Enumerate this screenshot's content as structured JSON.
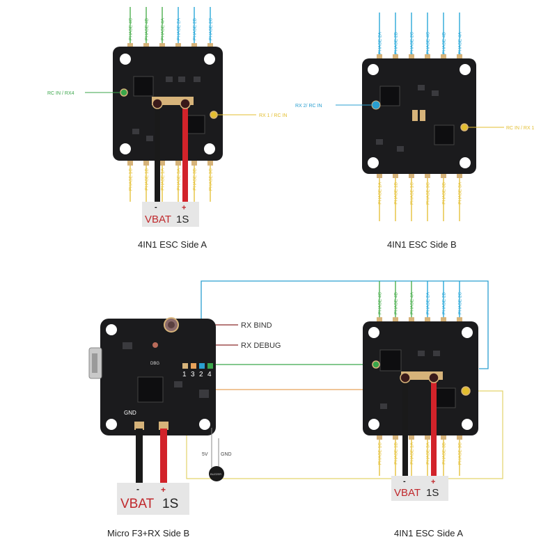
{
  "colors": {
    "board": "#1b1b1d",
    "board_edge": "#2c2c30",
    "chip": "#111113",
    "pad_gold": "#d6b37a",
    "hole": "#ffffff",
    "wire_black": "#1a1a1a",
    "wire_red": "#d2232a",
    "phase_green": "#4caf50",
    "phase_cyan": "#29a8d9",
    "phase_yellow": "#e5c23c",
    "rc_green": "#3aa64a",
    "rx_cyan": "#2a9fd0",
    "rx_yellow": "#e3be2f",
    "bind_line": "#8b2a2a",
    "label_box": "#e6e6e6",
    "vbat_red": "#c0282c"
  },
  "esc_a_top": {
    "phase_top": [
      "PHASE 4C",
      "PHASE 4B",
      "PHASE 4A",
      "PHASE 2A",
      "PHASE 2B",
      "PHASE 2C"
    ],
    "phase_bottom": [
      "PHASE 1C",
      "PHASE 1B",
      "PHASE 1A",
      "PHASE 3A",
      "PHASE 3B",
      "PHASE 3C"
    ],
    "rc_in_label": "RC IN / RX4",
    "rx_label": "RX 1 / RC IN",
    "minus": "-",
    "plus": "+",
    "vbat": "VBAT",
    "cell": "1S",
    "caption": "4IN1 ESC Side A"
  },
  "esc_b": {
    "phase_top": [
      "PHASE 2A",
      "PHASE 2B",
      "PHASE 2C",
      "PHASE 4C",
      "PHASE 4B",
      "PHASE 4A"
    ],
    "phase_bottom": [
      "PHASE 1A",
      "PHASE 1B",
      "PHASE 1C",
      "PHASE 3C",
      "PHASE 3B",
      "PHASE 3A"
    ],
    "rx_label": "RX 2/ RC IN",
    "rc_label": "RC IN / RX 1",
    "caption": "4IN1 ESC Side B"
  },
  "fc": {
    "bind_label": "RX BIND",
    "debug_label": "RX DEBUG",
    "dbg_text": "DBG",
    "pins": [
      "1",
      "3",
      "2",
      "4"
    ],
    "gnd_text": "GND",
    "buzzer_5v": "5V",
    "buzzer_gnd": "GND",
    "buzzer_text": "BUZZER",
    "minus": "-",
    "plus": "+",
    "vbat": "VBAT",
    "cell": "1S",
    "caption": "Micro F3+RX Side B"
  },
  "esc_a_bottom": {
    "phase_top": [
      "PHASE 4C",
      "PHASE 4B",
      "PHASE 4A",
      "PHASE 2A",
      "PHASE 2B",
      "PHASE 2C"
    ],
    "phase_bottom": [
      "PHASE 1C",
      "PHASE 1B",
      "PHASE 1A",
      "PHASE 3A",
      "PHASE 3B",
      "PHASE 3C"
    ],
    "minus": "-",
    "plus": "+",
    "vbat": "VBAT",
    "cell": "1S",
    "caption": "4IN1 ESC Side A"
  }
}
